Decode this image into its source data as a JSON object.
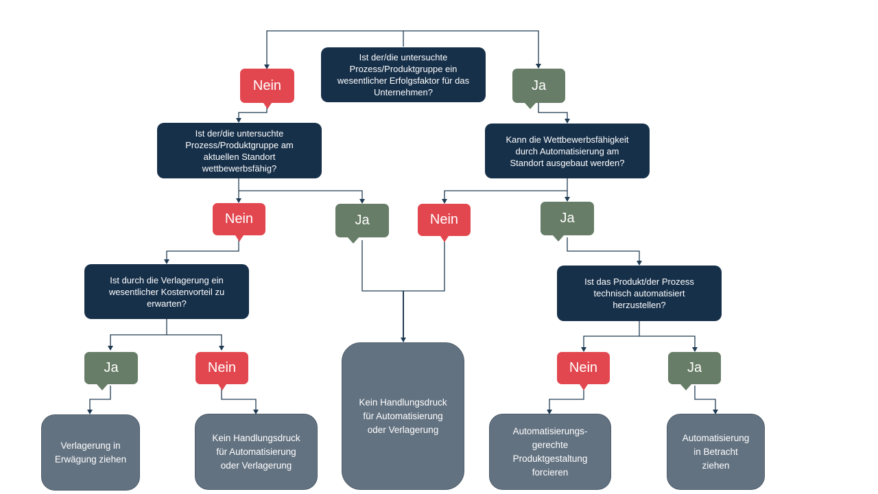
{
  "colors": {
    "question": "#17304a",
    "no": "#e2474f",
    "yes": "#677d67",
    "result": "#637281",
    "connector": "#1f3a52"
  },
  "questions": {
    "q1": "Ist der/die untersuchte\nProzess/Produktgruppe ein\nwesentlicher Erfolgsfaktor für das\nUnternehmen?",
    "q2": "Ist der/die untersuchte\nProzess/Produktgruppe am\naktuellen Standort\nwettbewerbsfähig?",
    "q3": "Kann die Wettbewerbsfähigkeit\ndurch Automatisierung am\nStandort ausgebaut werden?",
    "q4": "Ist durch die Verlagerung ein\nwesentlicher Kostenvorteil zu\nerwarten?",
    "q5": "Ist das Produkt/der Prozess\ntechnisch automatisiert\nherzustellen?"
  },
  "answers": {
    "no": "Nein",
    "yes": "Ja"
  },
  "results": {
    "r1": "Verlagerung in\nErwägung ziehen",
    "r2": "Kein Handlungsdruck\nfür Automatisierung\noder Verlagerung",
    "r3": "Kein Handlungsdruck\nfür Automatisierung\noder Verlagerung",
    "r4": "Automatisierungs-\ngerechte\nProduktgestaltung\nforcieren",
    "r5": "Automatisierung\nin Betracht\nziehen"
  }
}
